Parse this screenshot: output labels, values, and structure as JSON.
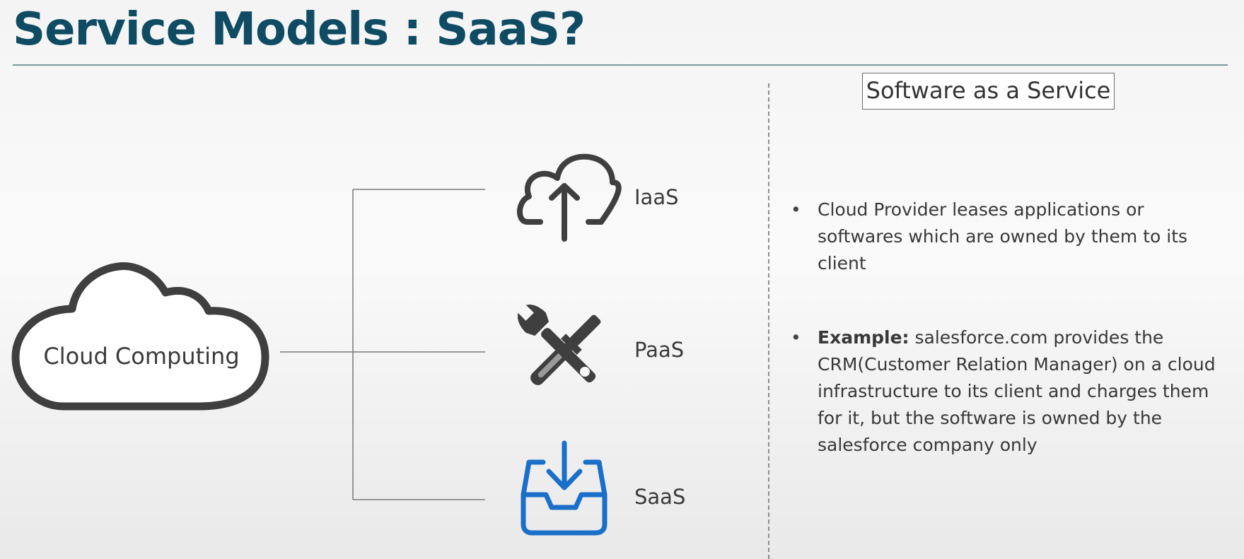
{
  "slide": {
    "title": "Service Models : SaaS?",
    "title_color": "#0f4c64"
  },
  "diagram": {
    "root": {
      "label": "Cloud Computing",
      "icon": "cloud-outline-icon"
    },
    "models": [
      {
        "label": "IaaS",
        "icon": "cloud-upload-icon",
        "color": "#3f3f3f",
        "highlighted": false
      },
      {
        "label": "PaaS",
        "icon": "tools-wrench-screwdriver-icon",
        "color": "#3f3f3f",
        "highlighted": false
      },
      {
        "label": "SaaS",
        "icon": "inbox-download-icon",
        "color": "#1a6fc9",
        "highlighted": true
      }
    ]
  },
  "panel": {
    "heading": "Software as a Service",
    "bullets": [
      {
        "text": "Cloud Provider leases applications or softwares which are owned by them to its client"
      },
      {
        "lead": "Example:",
        "text": " salesforce.com provides the CRM(Customer Relation Manager) on a cloud infrastructure to its client and charges them for it, but the software is owned by the salesforce company only"
      }
    ]
  }
}
